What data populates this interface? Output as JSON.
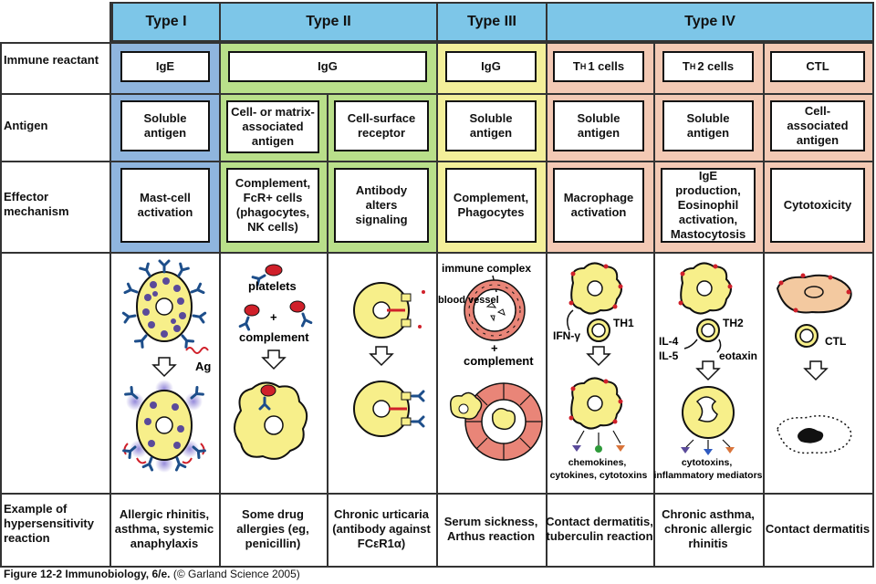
{
  "headers": {
    "type1": "Type I",
    "type2": "Type II",
    "type3": "Type III",
    "type4": "Type IV"
  },
  "row_labels": {
    "reactant": "Immune reactant",
    "antigen": "Antigen",
    "effector": "Effector mechanism",
    "example": "Example of hypersensitivity reaction"
  },
  "reactant": {
    "t1": "IgE",
    "t2": "IgG",
    "t3": "IgG",
    "t4a_main": "T",
    "t4a_sub": "H",
    "t4a_tail": "1 cells",
    "t4b_main": "T",
    "t4b_sub": "H",
    "t4b_tail": "2 cells",
    "t4c": "CTL"
  },
  "antigen": {
    "t1": "Soluble antigen",
    "t2a": "Cell- or matrix-associated antigen",
    "t2b": "Cell-surface receptor",
    "t3": "Soluble antigen",
    "t4a": "Soluble antigen",
    "t4b": "Soluble antigen",
    "t4c": "Cell-associated antigen"
  },
  "effector": {
    "t1": "Mast-cell activation",
    "t2a": "Complement, FcR+ cells (phagocytes, NK cells)",
    "t2b": "Antibody alters signaling",
    "t3": "Complement, Phagocytes",
    "t4a": "Macrophage activation",
    "t4b": "IgE production, Eosinophil activation, Mastocytosis",
    "t4c": "Cytotoxicity"
  },
  "illustration_labels": {
    "ag": "Ag",
    "platelets": "platelets",
    "plus1": "+",
    "complement1": "complement",
    "immune_complex": "immune complex",
    "blood_vessel": "blood vessel",
    "plus2": "+",
    "complement2": "complement",
    "ifn": "IFN-γ",
    "th1": "TH1",
    "chemokines": "chemokines, cytokines, cytotoxins",
    "il4": "IL-4",
    "il5": "IL-5",
    "th2": "TH2",
    "eotaxin": "eotaxin",
    "cytotoxins": "cytotoxins, inflammatory mediators",
    "ctl": "CTL"
  },
  "examples": {
    "t1": "Allergic rhinitis, asthma, systemic anaphylaxis",
    "t2a": "Some drug allergies (eg, penicillin)",
    "t2b": "Chronic urticaria (antibody against FCεR1α)",
    "t3": "Serum sickness, Arthus reaction",
    "t4a": "Contact dermatitis, tuberculin reaction",
    "t4b": "Chronic asthma, chronic allergic rhinitis",
    "t4c": "Contact dermatitis"
  },
  "caption": {
    "bold": "Figure 12-2 Immunobiology, 6/e.",
    "light": "(© Garland Science 2005)"
  },
  "colors": {
    "header": "#7dc6e8",
    "type1_bg": "#8fb5de",
    "type2_bg": "#b9df8a",
    "type3_bg": "#f3ef9a",
    "type4_bg": "#f3c9b4",
    "cell_yellow": "#f7ef8a",
    "antibody_blue": "#1d4e8a",
    "antigen_red": "#d0202a",
    "vessel_pink": "#e98578"
  }
}
